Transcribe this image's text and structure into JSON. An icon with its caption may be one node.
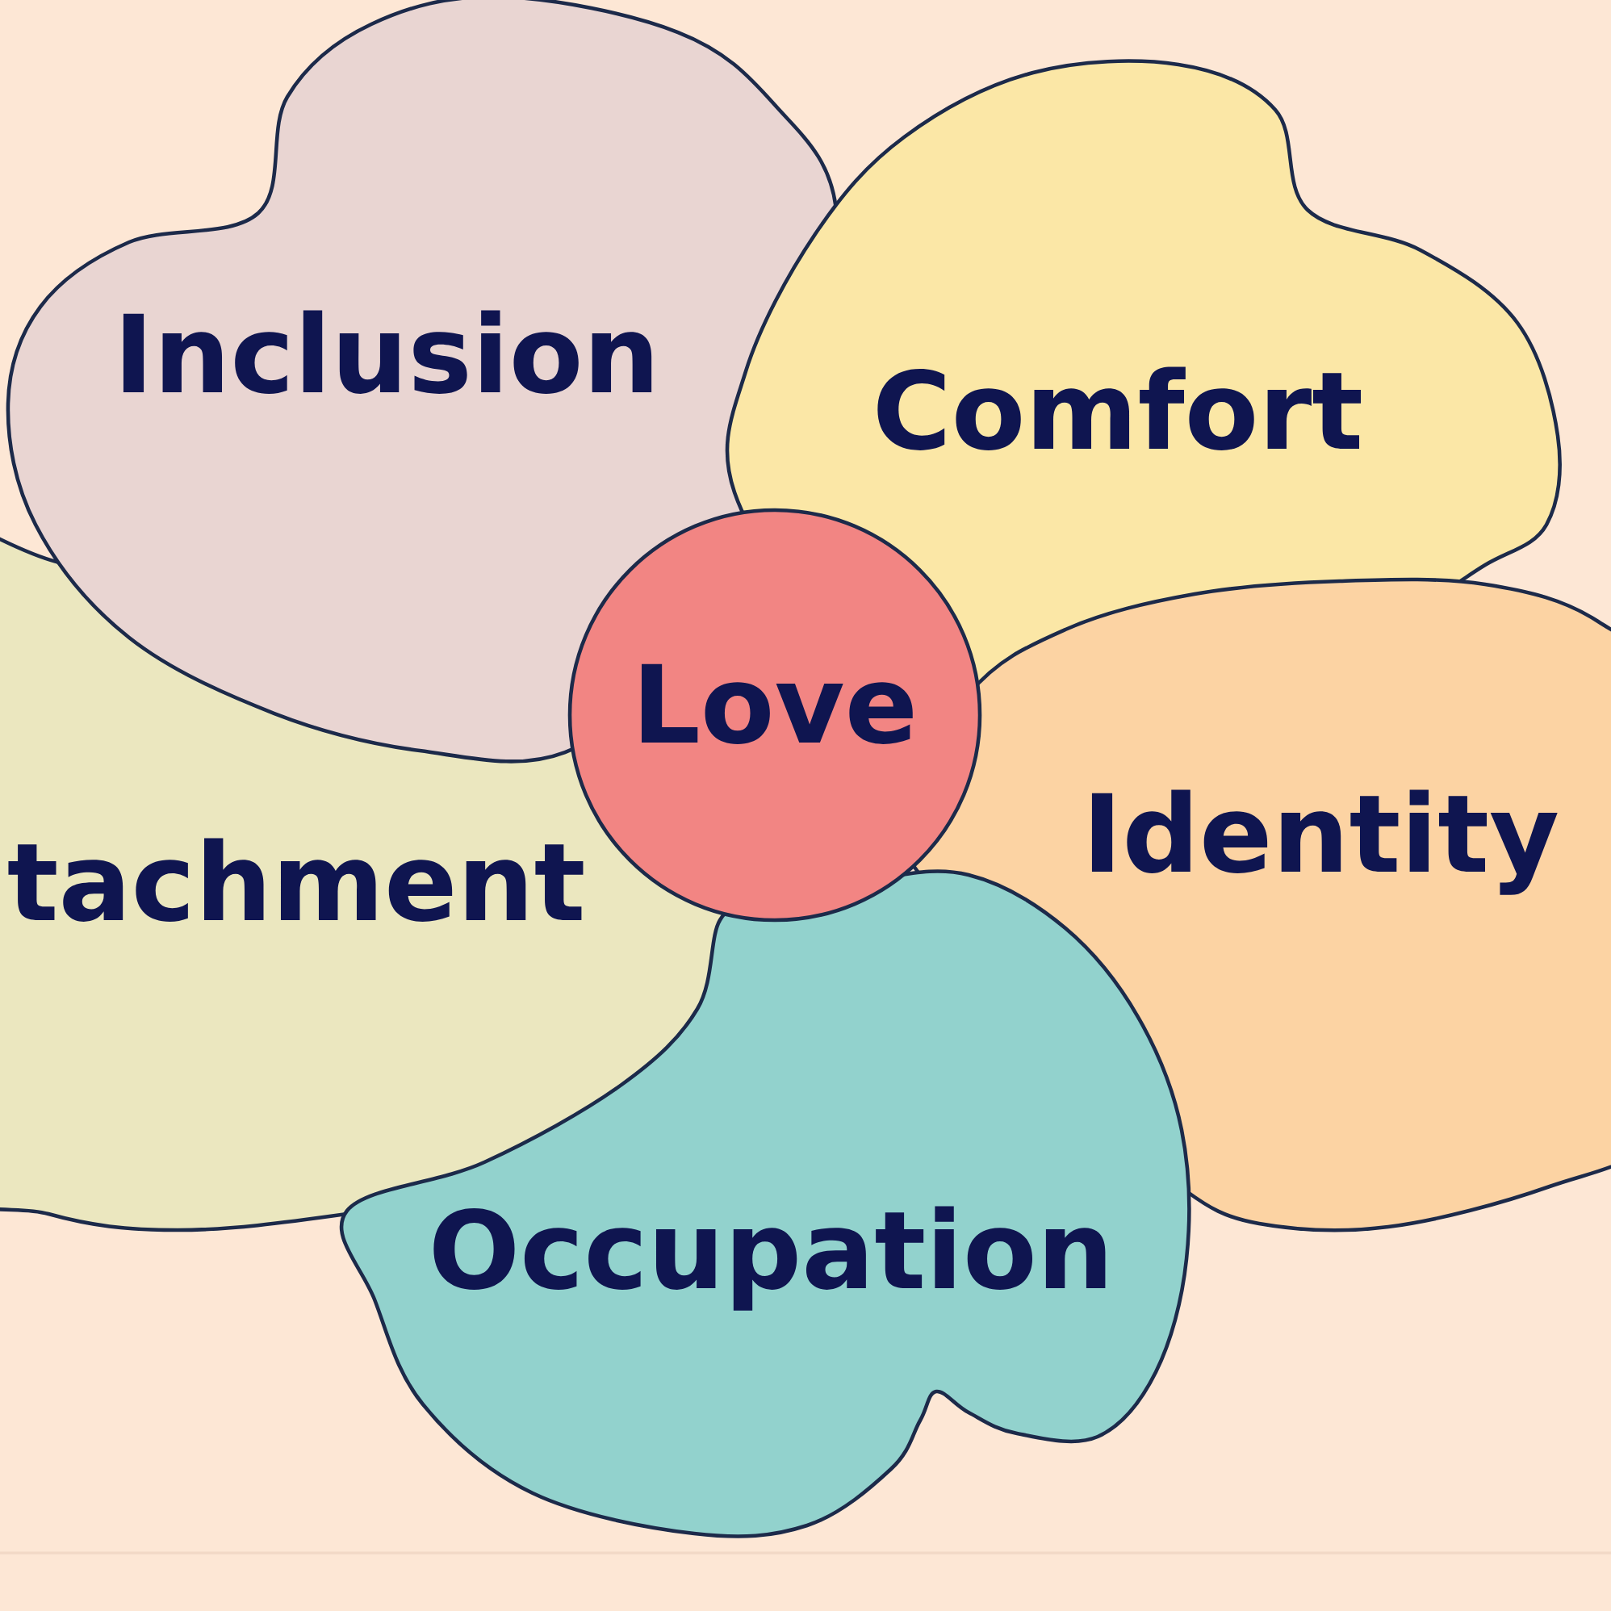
{
  "diagram": {
    "nodes": [
      {
        "text": [
          "Inclusion"
        ]
      },
      {
        "text": [
          "Comfort"
        ]
      },
      {
        "text": [
          "Love"
        ]
      },
      {
        "text": [
          "Identity"
        ]
      },
      {
        "text": [
          "tachment"
        ]
      },
      {
        "text": [
          "Occupation"
        ]
      }
    ]
  }
}
